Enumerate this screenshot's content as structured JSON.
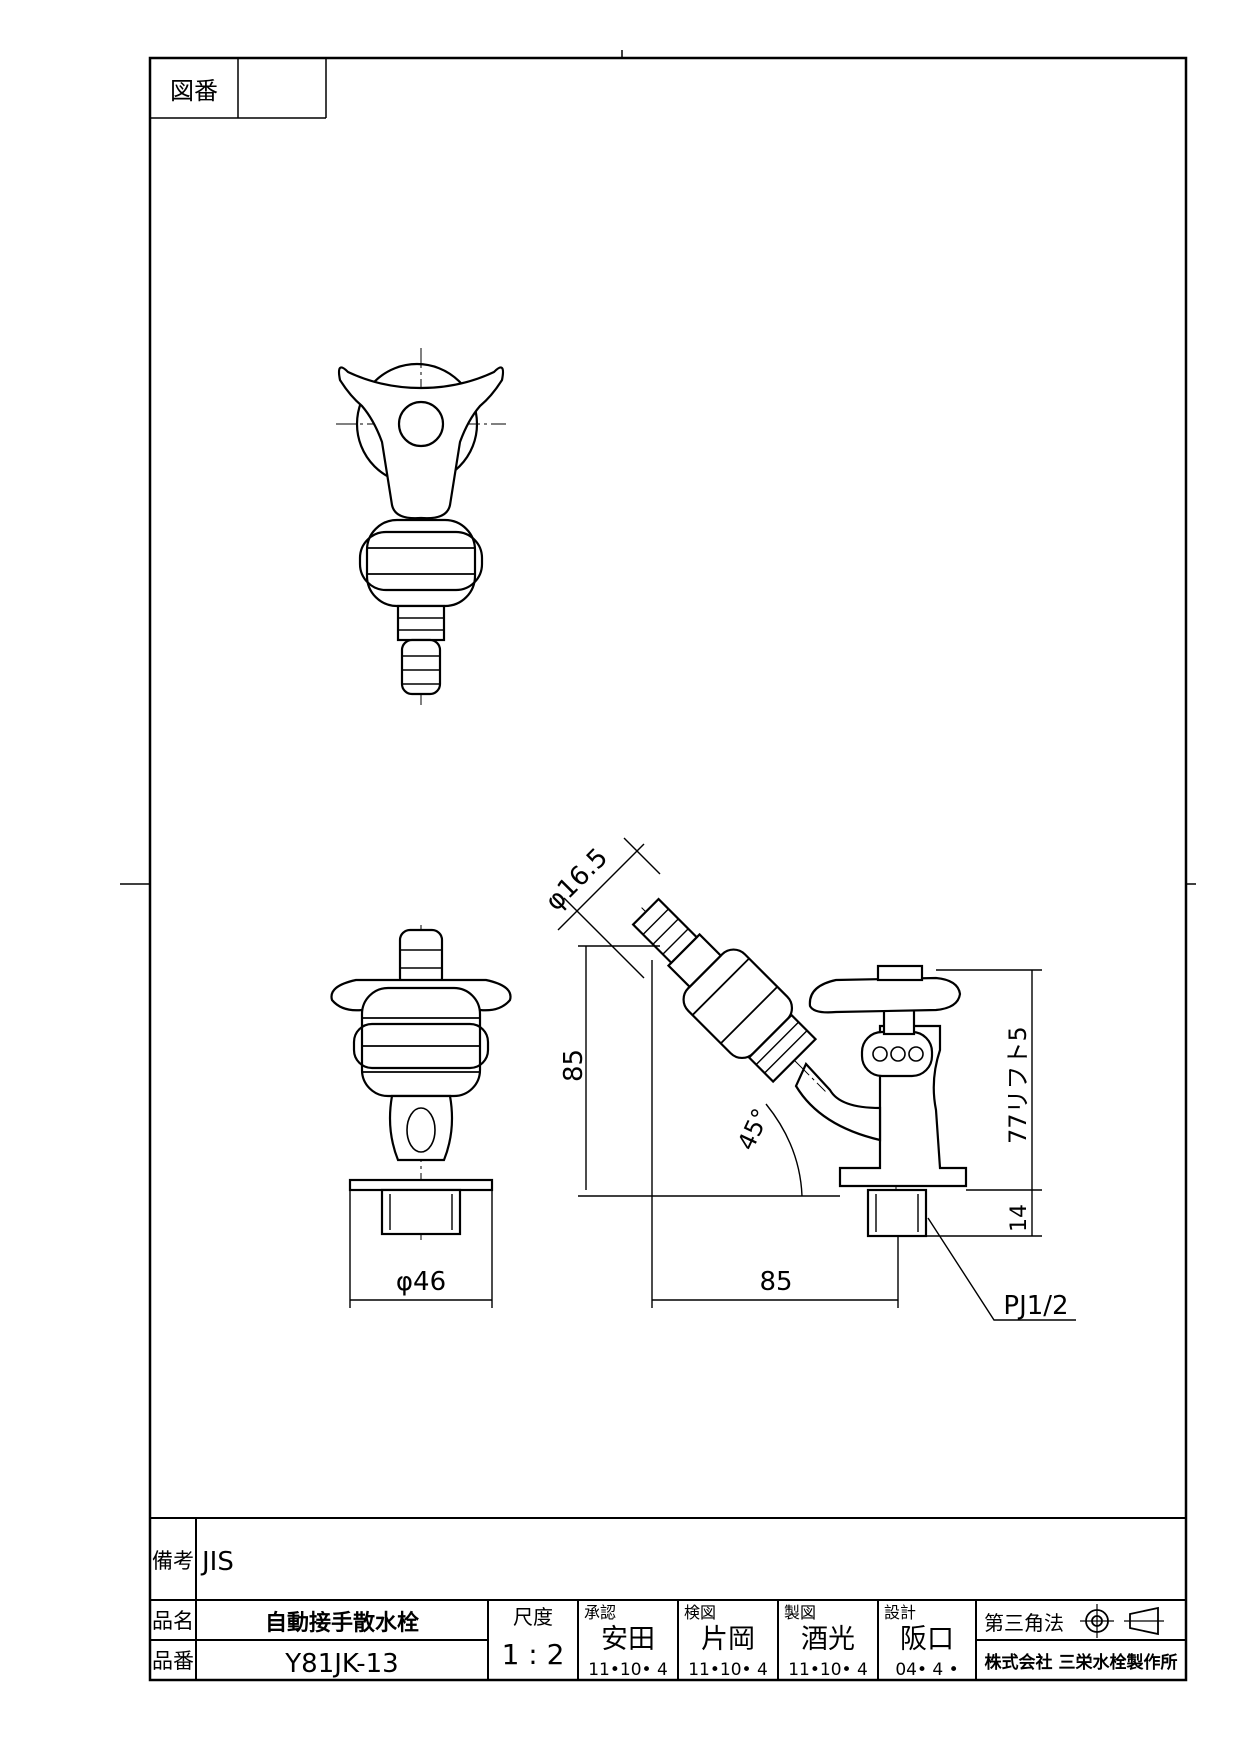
{
  "drawing_no_label": "図番",
  "drawing_no_value": "",
  "dimensions": {
    "hose_dia": "φ16.5",
    "height_left": "85",
    "angle": "45°",
    "height_right": "77リフト5",
    "base_height": "14",
    "flange_dia": "φ46",
    "width": "85",
    "thread": "PJ1/2"
  },
  "remarks": {
    "label": "備考",
    "value": "JIS"
  },
  "product_name": {
    "label": "品名",
    "value": "自動接手散水栓"
  },
  "product_no": {
    "label": "品番",
    "value": "Y81JK-13"
  },
  "scale": {
    "label": "尺度",
    "value": "1 : 2"
  },
  "approvals": [
    {
      "role": "承認",
      "name": "安田",
      "date": "11•10• 4"
    },
    {
      "role": "検図",
      "name": "片岡",
      "date": "11•10• 4"
    },
    {
      "role": "製図",
      "name": "酒光",
      "date": "11•10• 4"
    },
    {
      "role": "設計",
      "name": "阪口",
      "date": "04• 4 •"
    }
  ],
  "projection": "第三角法",
  "company": "株式会社 三栄水栓製作所"
}
